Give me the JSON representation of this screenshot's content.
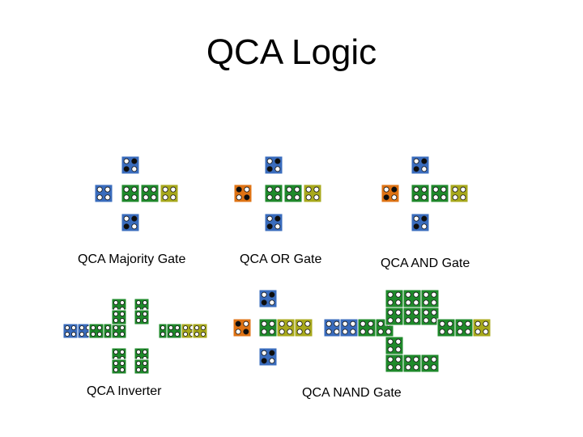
{
  "slide": {
    "title": "QCA Logic"
  },
  "captions": {
    "majority": "QCA Majority Gate",
    "or": "QCA OR Gate",
    "and": "QCA AND Gate",
    "inverter": "QCA Inverter",
    "nand": "QCA NAND Gate"
  },
  "colors": {
    "blue": "#3a6cbd",
    "green": "#1f8a2b",
    "yellow": "#a8a91c",
    "orange": "#df7314",
    "dot_filled": "#0d0d0d",
    "dot_empty": "#ffffff"
  }
}
